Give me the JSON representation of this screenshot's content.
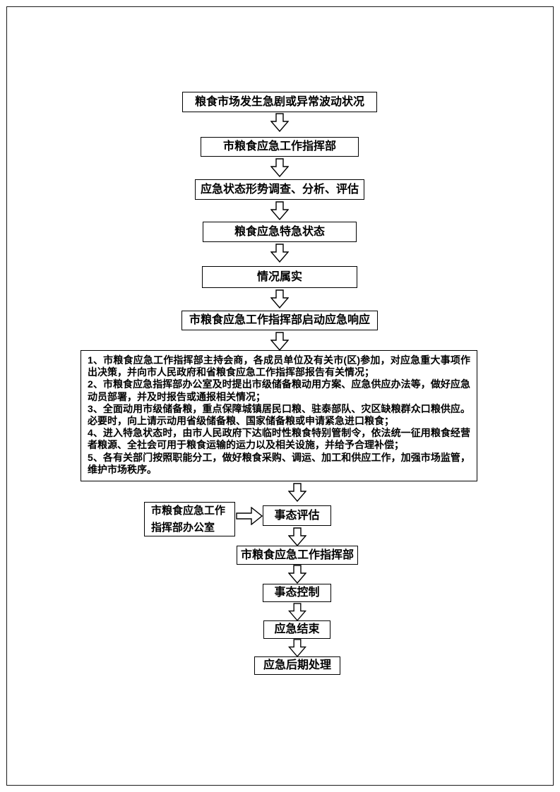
{
  "colors": {
    "line": "#000000",
    "background": "#ffffff"
  },
  "flow": {
    "boxes": [
      {
        "label": "粮食市场发生急剧或异常波动状况"
      },
      {
        "label": "市粮食应急工作指挥部"
      },
      {
        "label": "应急状态形势调查、分析、评估"
      },
      {
        "label": "粮食应急特急状态"
      },
      {
        "label": "情况属实"
      },
      {
        "label": "市粮食应急工作指挥部启动应急响应"
      }
    ],
    "detail": {
      "items": [
        "1、市粮食应急工作指挥部主持会商，各成员单位及有关市(区)参加，对应急重大事项作出决策，并向市人民政府和省粮食应急工作指挥部报告有关情况；",
        "2、市粮食应急指挥部办公室及时提出市级储备粮动用方案、应急供应办法等，做好应急动员部署，并及时报告或通报相关情况；",
        "3、全面动用市级储备粮，重点保障城镇居民口粮、驻泰部队、灾区缺粮群众口粮供应。必要时，向上请示动用省级储备粮、国家储备粮或申请紧急进口粮食；",
        "4、进入特急状态时，由市人民政府下达临时性粮食特别管制令，依法统一征用粮食经营者粮源、全社会可用于粮食运输的运力以及相关设施，并给予合理补偿；",
        "5、各有关部门按照职能分工，做好粮食采购、调运、加工和供应工作，加强市场监管，维护市场秩序。"
      ]
    },
    "side_box": {
      "label": "市粮食应急工作指挥部办公室"
    },
    "lower": [
      {
        "label": "事态评估"
      },
      {
        "label": "市粮食应急工作指挥部"
      },
      {
        "label": "事态控制"
      },
      {
        "label": "应急结束"
      },
      {
        "label": "应急后期处理"
      }
    ]
  }
}
